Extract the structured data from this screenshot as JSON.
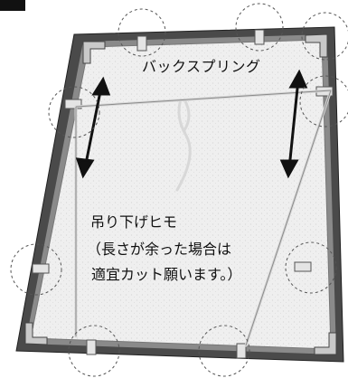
{
  "labels": {
    "back_spring": "バックスプリング",
    "hanging_cord": "吊り下げヒモ",
    "note_line1": "（長さが余った場合は",
    "note_line2": "適宜カット願います。）"
  },
  "colors": {
    "frame_outer": "#3a3a3a",
    "frame_inner": "#6a6a6a",
    "backing_board": "#eeeeee",
    "cord": "#d9d9d9",
    "arrow": "#111111",
    "callout_circle": "#555555"
  },
  "icons": {
    "corner_brackets": "corner-bracket-icon",
    "springs": "back-spring-icon",
    "arrows": "double-headed-arrow-icon"
  }
}
